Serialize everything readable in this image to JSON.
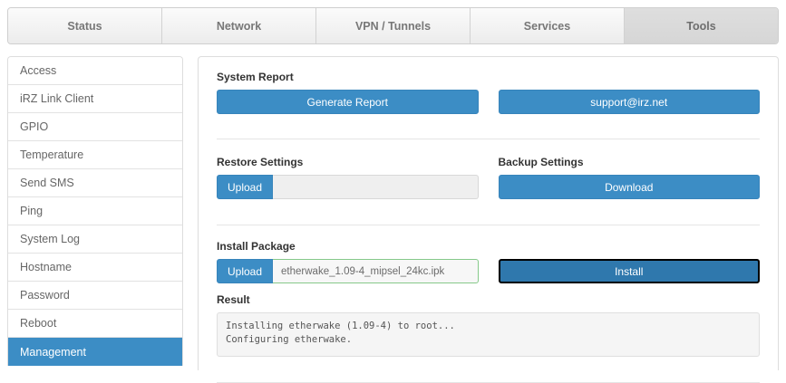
{
  "tabs": [
    {
      "label": "Status",
      "active": false
    },
    {
      "label": "Network",
      "active": false
    },
    {
      "label": "VPN / Tunnels",
      "active": false
    },
    {
      "label": "Services",
      "active": false
    },
    {
      "label": "Tools",
      "active": true
    }
  ],
  "sidebar": {
    "items": [
      {
        "label": "Access",
        "active": false
      },
      {
        "label": "iRZ Link Client",
        "active": false
      },
      {
        "label": "GPIO",
        "active": false
      },
      {
        "label": "Temperature",
        "active": false
      },
      {
        "label": "Send SMS",
        "active": false
      },
      {
        "label": "Ping",
        "active": false
      },
      {
        "label": "System Log",
        "active": false
      },
      {
        "label": "Hostname",
        "active": false
      },
      {
        "label": "Password",
        "active": false
      },
      {
        "label": "Reboot",
        "active": false
      },
      {
        "label": "Management",
        "active": true
      }
    ]
  },
  "system_report": {
    "label": "System Report",
    "generate_label": "Generate Report",
    "support_label": "support@irz.net"
  },
  "restore_settings": {
    "label": "Restore Settings",
    "upload_label": "Upload",
    "file_value": "",
    "file_placeholder": ""
  },
  "backup_settings": {
    "label": "Backup Settings",
    "download_label": "Download"
  },
  "install_package": {
    "label": "Install Package",
    "upload_label": "Upload",
    "file_value": "etherwake_1.09-4_mipsel_24kc.ipk",
    "install_label": "Install"
  },
  "result": {
    "label": "Result",
    "text": "Installing etherwake (1.09-4) to root...\nConfiguring etherwake."
  },
  "colors": {
    "accent": "#3c8dc5",
    "accent_active": "#2f78ad",
    "success_border": "#86c98a",
    "tab_active_bg": "#d9d9d9"
  }
}
